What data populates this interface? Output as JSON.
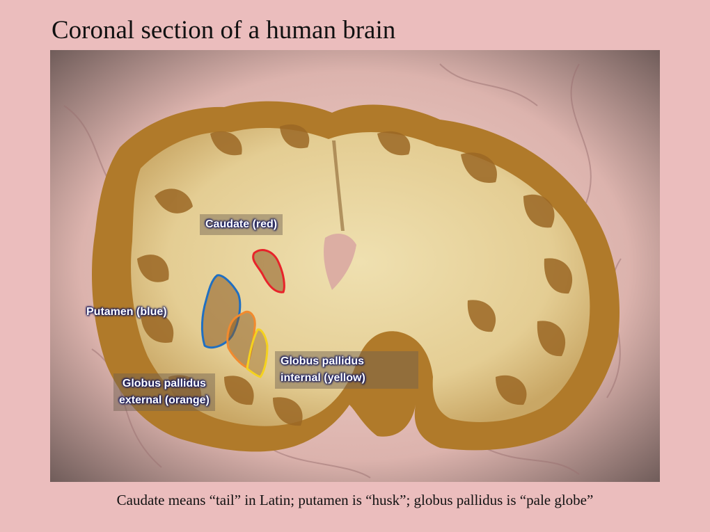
{
  "slide": {
    "title": "Coronal section of a human brain",
    "caption": "Caudate means “tail” in Latin; putamen is “husk”; globus pallidus is “pale globe”"
  },
  "labels": {
    "caudate": "Caudate (red)",
    "putamen": "Putamen (blue)",
    "gp_external_1": "Globus pallidus",
    "gp_external_2": "external (orange)",
    "gp_internal_1": "Globus pallidus",
    "gp_internal_2": "internal (yellow)"
  },
  "colors": {
    "background": "#ebbdbd",
    "caudate_outline": "#e8232a",
    "putamen_outline": "#1f6fc2",
    "gp_external_outline": "#f28a2e",
    "gp_internal_outline": "#f5d21e",
    "label_glow": "#1a1f6e"
  }
}
